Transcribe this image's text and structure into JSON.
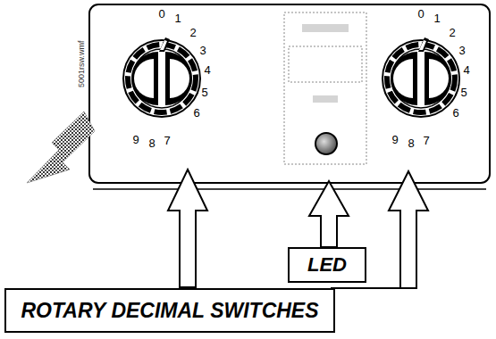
{
  "diagram": {
    "nodes": [
      {
        "text": [
          "LED"
        ]
      },
      {
        "text": [
          "ROTARY DECIMAL SWITCHES"
        ]
      }
    ],
    "labels": [
      "0",
      "1",
      "2",
      "3",
      "4",
      "5",
      "6",
      "7",
      "8",
      "9",
      "0",
      "1",
      "2",
      "3",
      "4",
      "5",
      "6",
      "7",
      "8",
      "9",
      "5001rsw.wmf"
    ]
  }
}
